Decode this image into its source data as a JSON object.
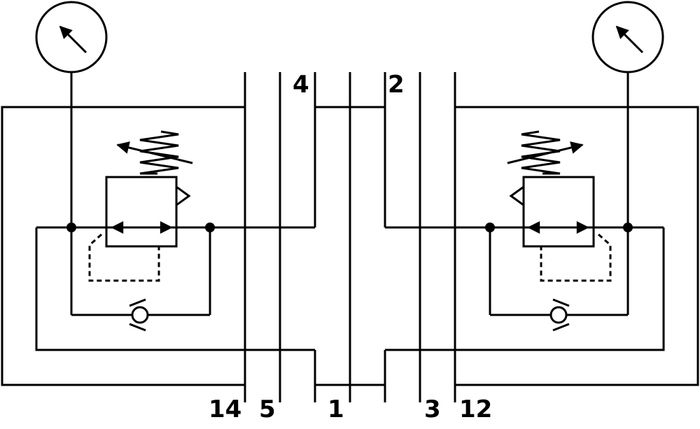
{
  "ports": {
    "top": [
      "4",
      "2"
    ],
    "bottom": [
      "14",
      "5",
      "1",
      "3",
      "12"
    ]
  },
  "symbols": {
    "gauges": [
      "pressure-gauge-icon",
      "pressure-gauge-icon"
    ],
    "regulators": [
      "pressure-regulator-icon",
      "pressure-regulator-icon"
    ],
    "check_valves": [
      "check-valve-icon",
      "check-valve-icon"
    ]
  }
}
